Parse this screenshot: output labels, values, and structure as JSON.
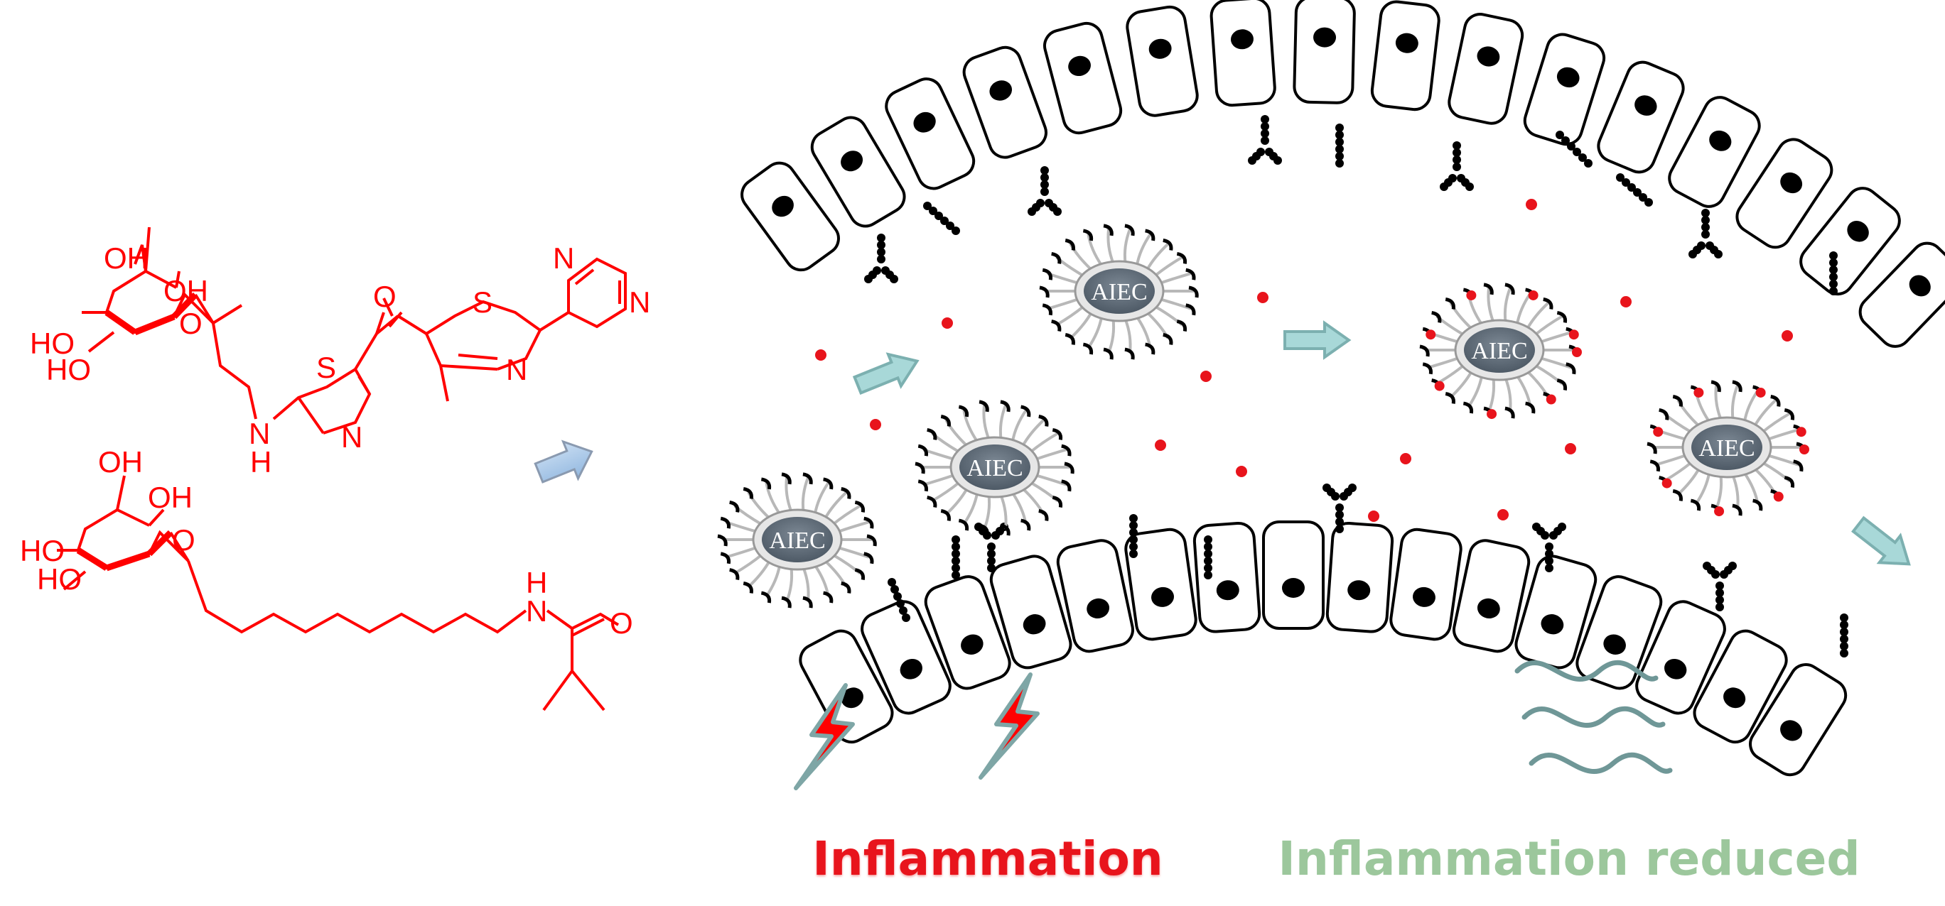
{
  "molecules": {
    "top": {
      "oh_primary": "OH",
      "oh_ring": "OH",
      "ho_1": "HO",
      "ho_2": "HO",
      "ring_o": "O",
      "carbonyl_o": "O",
      "nh": "H",
      "n_amine": "N",
      "s_thiazole_1": "S",
      "n_thiazole_1": "N",
      "s_thiazole_2": "S",
      "n_thiazole_2": "N",
      "n_pyrazine_1": "N",
      "n_pyrazine_2": "N"
    },
    "bottom": {
      "oh_primary": "OH",
      "oh_ring": "OH",
      "ho_1": "HO",
      "ho_2": "HO",
      "ring_o": "O",
      "amide_h": "H",
      "amide_n": "N",
      "amide_o": "O"
    }
  },
  "bacteria": [
    {
      "label": "AIEC",
      "bound_inhibitor": false
    },
    {
      "label": "AIEC",
      "bound_inhibitor": false
    },
    {
      "label": "AIEC",
      "bound_inhibitor": false
    },
    {
      "label": "AIEC",
      "bound_inhibitor": true
    },
    {
      "label": "AIEC",
      "bound_inhibitor": true
    }
  ],
  "captions": {
    "left": "Inflammation",
    "right": "Inflammation reduced"
  },
  "colors": {
    "molecule": "#ff0000",
    "caption_left": "#e8141c",
    "caption_right": "#9cc79c",
    "flow_arrow": "#9ccfcf",
    "lightning": "#ff0000",
    "bacterium_body": "#5e6a76"
  }
}
